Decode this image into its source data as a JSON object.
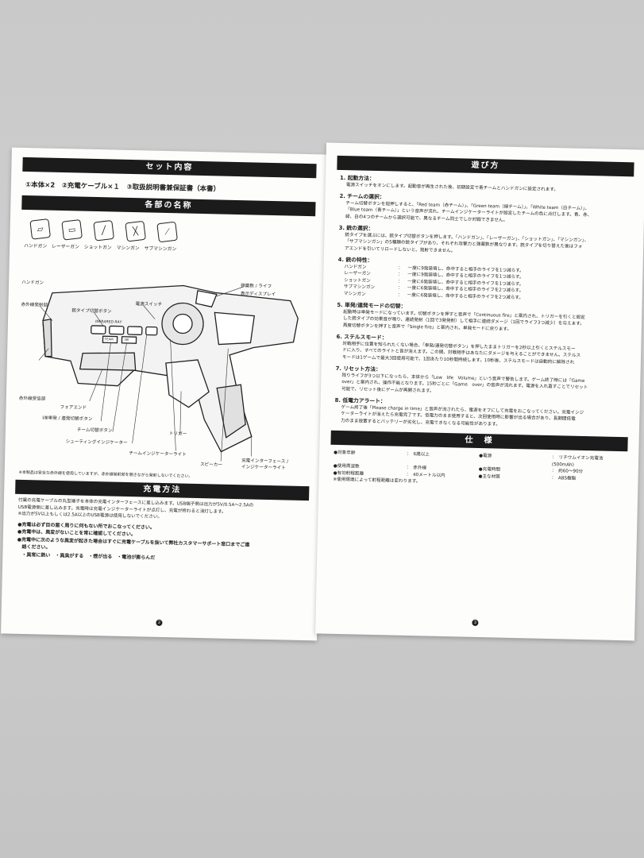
{
  "left": {
    "set_title": "セット内容",
    "set_items": "①本体×2　②充電ケーブル×１　③取扱説明書兼保証書（本書）",
    "parts_title": "各部の名称",
    "gun_types": [
      "ハンドガン",
      "レーザーガン",
      "ショットガン",
      "マシンガン",
      "サブマシンガン"
    ],
    "parts": {
      "ir_emitter": "赤外線発射部",
      "gun_type_button": "銃タイプ切替ボタン",
      "power_switch": "電源スイッチ",
      "ammo_life": "弾薬数 / ライフ",
      "display": "表示ディスプレイ",
      "ir_receiver": "赤外線受信部",
      "fore_end": "フォアエンド",
      "single_burst": "Ⅰ/Ⅲ単発 / 連発切替ボタン",
      "team_button": "チーム切替ボタン",
      "shooting_indicator": "シューティングインジケーター",
      "team_indicator": "チームインジケーターライト",
      "trigger": "トリガー",
      "speaker": "スピーカー",
      "charge_interface": "充電インターフェース /",
      "indicator_light": "インジケーターライト"
    },
    "gun_brand": "INFRARED RAY",
    "gun_buttons": [
      "TEAM",
      "Ⅰ/Ⅲ"
    ],
    "note": "※本製品は安全な赤外線を使用していますが、赤外線発射部を覗きながら発射しないでください。",
    "charge_title": "充電方法",
    "charge_text": [
      "付属の充電ケーブルの丸型端子を本体の充電インターフェースに差し込みます。USB端子側は出力が5V/0.5A〜2.5Aの",
      "USB電源側に差し込みます。充電時は充電インジケーターライトが点灯し、充電が終わると消灯します。",
      "※出力が5V以上もしくは2.5A以上のUSB電源は使用しないでください。"
    ],
    "warnings": [
      "●充電は必ず目の届く周りに何もない所でおこなってください。",
      "●充電中は、異変がないことを常に確認してください。",
      "●充電中に次のような異変が起きた場合はすぐに充電ケーブルを抜いて弊社カスタマーサポート窓口までご連",
      "　絡ください。",
      "　・異常に熱い　・異臭がする　・煙が出る　・電池が膨らんだ"
    ],
    "page_num": "2"
  },
  "right": {
    "title": "遊び方",
    "sections": [
      {
        "h": "1. 起動方法：",
        "lines": [
          "電源スイッチをオンにします。起動音が再生された後、初期設定で青チームとハンドガンに設定されます。"
        ]
      },
      {
        "h": "2. チームの選択：",
        "lines": [
          "チーム切替ボタンを短押しすると、「Red team（赤チーム）」、「Green team（緑チーム）」、「White team（白チーム）」、",
          "「Blue team（青チーム）」という音声が流れ、チームインジケーターライトが設定したチームの色に点灯します。青、赤、",
          "緑、白の4つのチームから選択可能で、異なるチーム同士でしか対戦できません。"
        ]
      },
      {
        "h": "3. 銃の選択：",
        "lines": [
          "銃タイプを選ぶには、銃タイプ切替ボタンを押します。「ハンドガン」、「レーザーガン」、「ショットガン」、「マシンガン」、",
          "「サブマシンガン」の5種類の銃タイプがあり、それぞれ攻撃力と弾薬数が異なります。銃タイプを切り替えた後はフォ",
          "アエンドを引いてリロードしないと、発射できません。"
        ]
      }
    ],
    "traits_title": "4. 銃の特性：",
    "traits": [
      {
        "name": "ハンドガン",
        "sep": "：",
        "desc": "一度に9発装填し、命中すると相手のライフを1つ減らす。"
      },
      {
        "name": "レーザーガン",
        "sep": "：",
        "desc": "一度に9発装填し、命中すると相手のライフを1つ減らす。"
      },
      {
        "name": "ショットガン",
        "sep": "：",
        "desc": "一度に6発装填し、命中すると相手のライフを1つ減らす。"
      },
      {
        "name": "サブマシンガン",
        "sep": "：",
        "desc": "一度に6発装填し、命中すると相手のライフを2つ減らす。"
      },
      {
        "name": "マシンガン",
        "sep": "：",
        "desc": "一度に6発装填し、命中すると相手のライフを2つ減らす。"
      }
    ],
    "sections2": [
      {
        "h": "5. 単発/連発モードの切替：",
        "lines": [
          "起動時は単発モードになっています。切替ボタンを押すと音声で「Continuous fire」と案内され、トリガーを引くと設定",
          "した銃タイプの効果音が鳴り、連続発射（1回で3発発射）して相手に連続ダメージ（1回でライフ3つ減少）を与えます。",
          "再度切替ボタンを押すと音声で「Single fire」と案内され、単発モードに戻ります。"
        ]
      },
      {
        "h": "6. ステルスモード：",
        "lines": [
          "対戦相手に位置を知られたくない場合、「単発/連発切替ボタン」を押したままトリガーを2秒以上引くとステルスモー",
          "ドに入り、すべてのライトと音が消えます。この間、対戦相手はあなたにダメージを与えることができません。ステルス",
          "モードは1ゲームで最大3回使用可能で、1回あたり10秒間持続します。10秒後、ステルスモードは自動的に解除され"
        ]
      },
      {
        "h": "7. リセット方法：",
        "lines": [
          "残りライフが3つ以下になったら、本体から「Low　life　Volume」という音声で警告します。ゲーム終了時には「Game",
          "over」と案内され、操作不能となります。15秒ごとに「Game　over」の音声が流れます。電源を入れ直すことでリセット",
          "可能で、リセット後にゲームが再開されます。"
        ]
      },
      {
        "h": "8. 低電力アラート：",
        "lines": [
          "ゲーム終了後「Please charge in time」と音声が流されたら、電源をオフにして充電をおこなってください。充電インジ",
          "ケーターライトが消えたら充電完了です。低電力のまま使用すると、次回使用時に影響が出る場合があり、長期間低電",
          "力のまま放置するとバッテリーが劣化し、充電できなくなる可能性があります。"
        ]
      }
    ],
    "spec_title": "仕　様",
    "specs": [
      {
        "k": "●対象年齢",
        "v": "：　6歳以上",
        "k2": "●電源",
        "v2": "：　リチウムイオン充電池(500mAh)"
      },
      {
        "k": "●使用周波数",
        "v": "：　赤外線",
        "k2": "●充電時間",
        "v2": "：　約60〜90分"
      },
      {
        "k": "●有効射程距離",
        "v": "：　40メートル以内",
        "k2": "●主な材質",
        "v2": "：　ABS樹脂"
      }
    ],
    "spec_note": "※使用環境によって射程距離は変わります。",
    "page_num": "3"
  }
}
